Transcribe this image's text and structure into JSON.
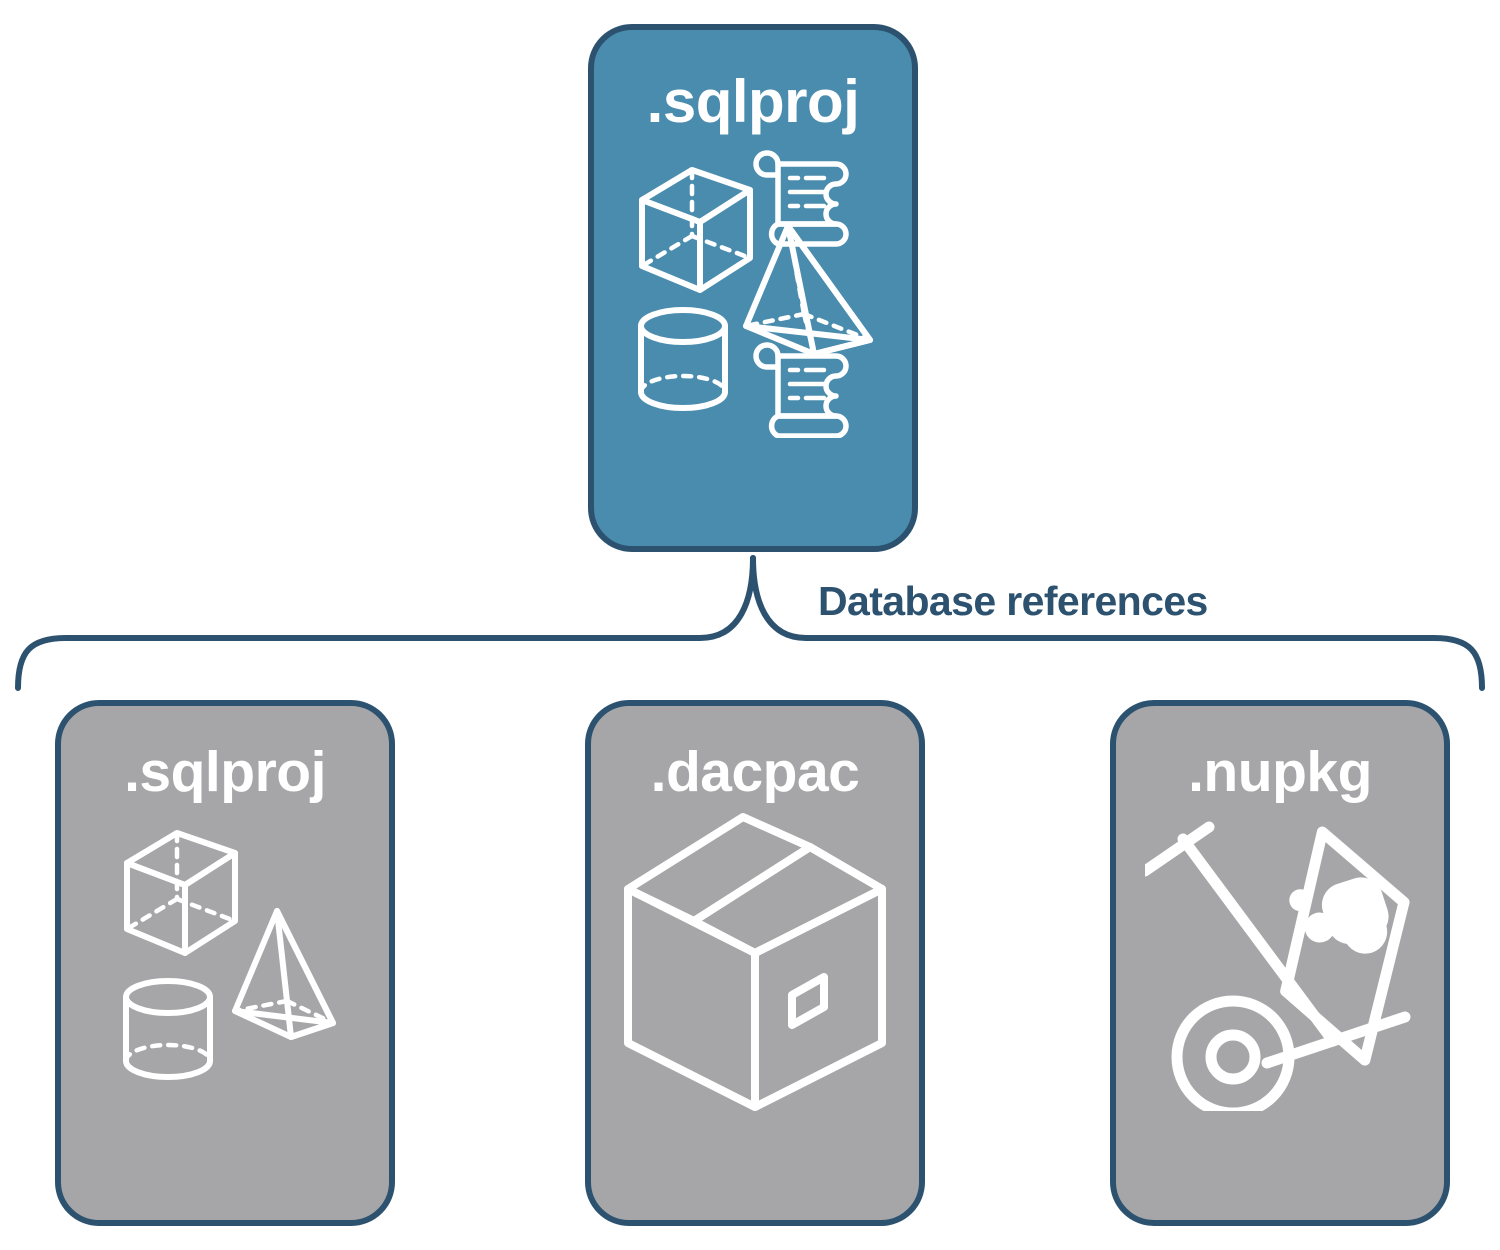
{
  "diagram": {
    "title": "Database references diagram",
    "colors": {
      "primary_fill": "#4a8cae",
      "secondary_fill": "#a6a6a8",
      "stroke": "#2c5270",
      "icon": "#ffffff",
      "background": "#ffffff"
    },
    "root": {
      "label": ".sqlproj",
      "icons": [
        "cube-wireframe-icon",
        "pyramid-wireframe-icon",
        "cylinder-wireframe-icon",
        "script-scroll-icon",
        "script-scroll-icon"
      ]
    },
    "connector": {
      "label": "Database references",
      "style": "curly-brace-bracket"
    },
    "references": [
      {
        "label": ".sqlproj",
        "icons": [
          "cube-wireframe-icon",
          "pyramid-wireframe-icon",
          "cylinder-wireframe-icon"
        ]
      },
      {
        "label": ".dacpac",
        "icons": [
          "shipping-box-icon"
        ]
      },
      {
        "label": ".nupkg",
        "icons": [
          "hand-truck-package-icon"
        ]
      }
    ]
  }
}
